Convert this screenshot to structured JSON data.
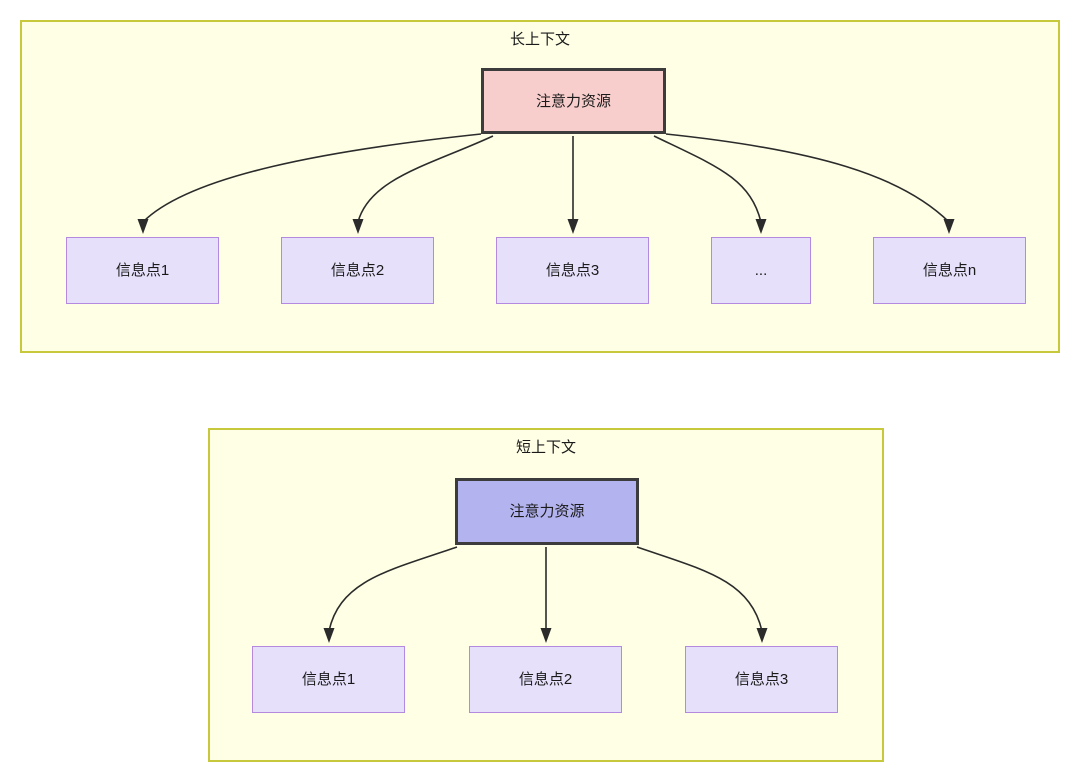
{
  "diagram": {
    "groups": [
      {
        "id": "long-context",
        "title": "长上下文",
        "root": {
          "label": "注意力资源",
          "fill": "#f8cecc",
          "stroke": "#3c3c3c"
        },
        "leaves": [
          {
            "label": "信息点1"
          },
          {
            "label": "信息点2"
          },
          {
            "label": "信息点3"
          },
          {
            "label": "..."
          },
          {
            "label": "信息点n"
          }
        ],
        "container": {
          "fill": "#ffffe6",
          "stroke": "#c8c83c"
        }
      },
      {
        "id": "short-context",
        "title": "短上下文",
        "root": {
          "label": "注意力资源",
          "fill": "#b3b3f0",
          "stroke": "#3c3c3c"
        },
        "leaves": [
          {
            "label": "信息点1"
          },
          {
            "label": "信息点2"
          },
          {
            "label": "信息点3"
          }
        ],
        "container": {
          "fill": "#ffffe6",
          "stroke": "#c8c83c"
        }
      }
    ],
    "leaf_style": {
      "fill": "#e6e0fb",
      "stroke": "#b48ae0"
    },
    "edge_color": "#2b2b2b"
  }
}
